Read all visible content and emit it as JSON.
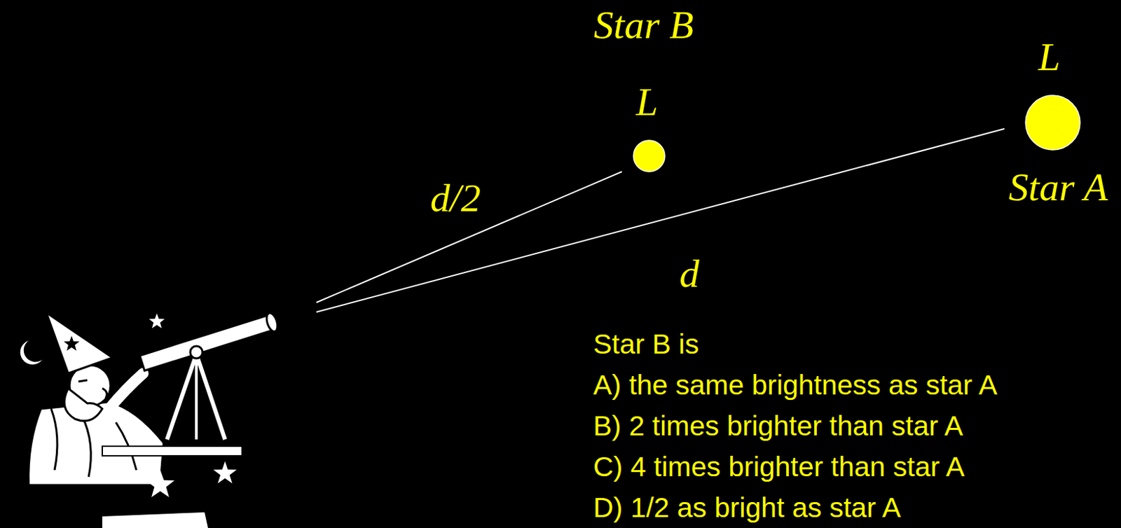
{
  "diagram": {
    "nodes": [
      {
        "text": [
          "Star B",
          "L"
        ]
      },
      {
        "text": [
          "L",
          "Star A"
        ]
      }
    ],
    "labels": [
      "d/2",
      "d",
      "Star B is",
      "A) the same brightness as star A",
      "B) 2 times brighter than star A",
      "C) 4 times brighter than star A",
      "D) 1/2 as bright as star A"
    ]
  }
}
